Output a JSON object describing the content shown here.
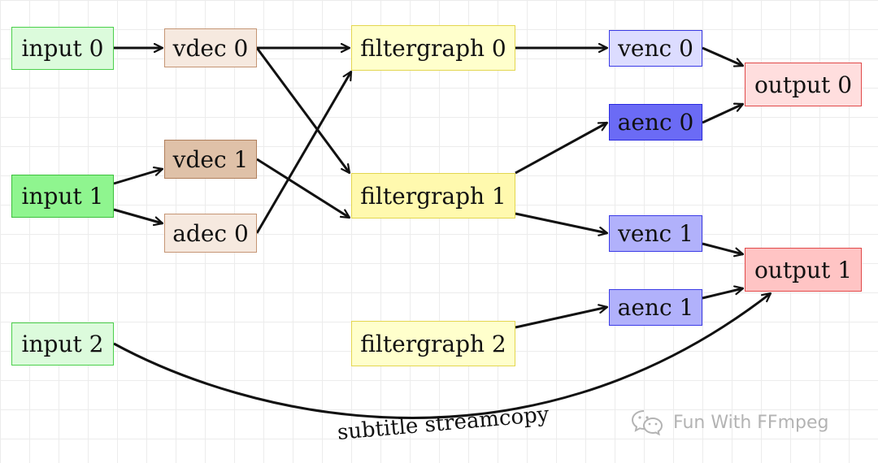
{
  "nodes": {
    "input0": "input 0",
    "input1": "input 1",
    "input2": "input 2",
    "vdec0": "vdec 0",
    "vdec1": "vdec 1",
    "adec0": "adec 0",
    "filtergraph0": "filtergraph 0",
    "filtergraph1": "filtergraph 1",
    "filtergraph2": "filtergraph 2",
    "venc0": "venc 0",
    "aenc0": "aenc 0",
    "venc1": "venc 1",
    "aenc1": "aenc 1",
    "output0": "output 0",
    "output1": "output 1"
  },
  "edge_label": "subtitle streamcopy",
  "watermark": {
    "text": "Fun With FFmpeg",
    "icon": "wechat-icon"
  },
  "edges": [
    {
      "from": "input 0",
      "to": "vdec 0"
    },
    {
      "from": "input 1",
      "to": "vdec 1"
    },
    {
      "from": "input 1",
      "to": "adec 0"
    },
    {
      "from": "vdec 0",
      "to": "filtergraph 0"
    },
    {
      "from": "vdec 0",
      "to": "filtergraph 1"
    },
    {
      "from": "vdec 1",
      "to": "filtergraph 1"
    },
    {
      "from": "adec 0",
      "to": "filtergraph 0"
    },
    {
      "from": "filtergraph 0",
      "to": "venc 0"
    },
    {
      "from": "filtergraph 1",
      "to": "aenc 0"
    },
    {
      "from": "filtergraph 1",
      "to": "venc 1"
    },
    {
      "from": "filtergraph 2",
      "to": "aenc 1"
    },
    {
      "from": "venc 0",
      "to": "output 0"
    },
    {
      "from": "aenc 0",
      "to": "output 0"
    },
    {
      "from": "venc 1",
      "to": "output 1"
    },
    {
      "from": "aenc 1",
      "to": "output 1"
    },
    {
      "from": "input 2",
      "to": "output 1",
      "label": "subtitle streamcopy"
    }
  ],
  "colors": {
    "input_light": "#dcfbdc",
    "input_strong": "#8ff58f",
    "decoder_light": "#f6e9df",
    "decoder_strong": "#dfc1a8",
    "filtergraph_light": "#ffffcc",
    "filtergraph_strong": "#fff9ae",
    "encoder_light": "#dcdcff",
    "encoder_mid": "#b1b1fb",
    "encoder_strong": "#6b6bf5",
    "output_light": "#ffdede",
    "output_strong": "#ffc4c4"
  }
}
